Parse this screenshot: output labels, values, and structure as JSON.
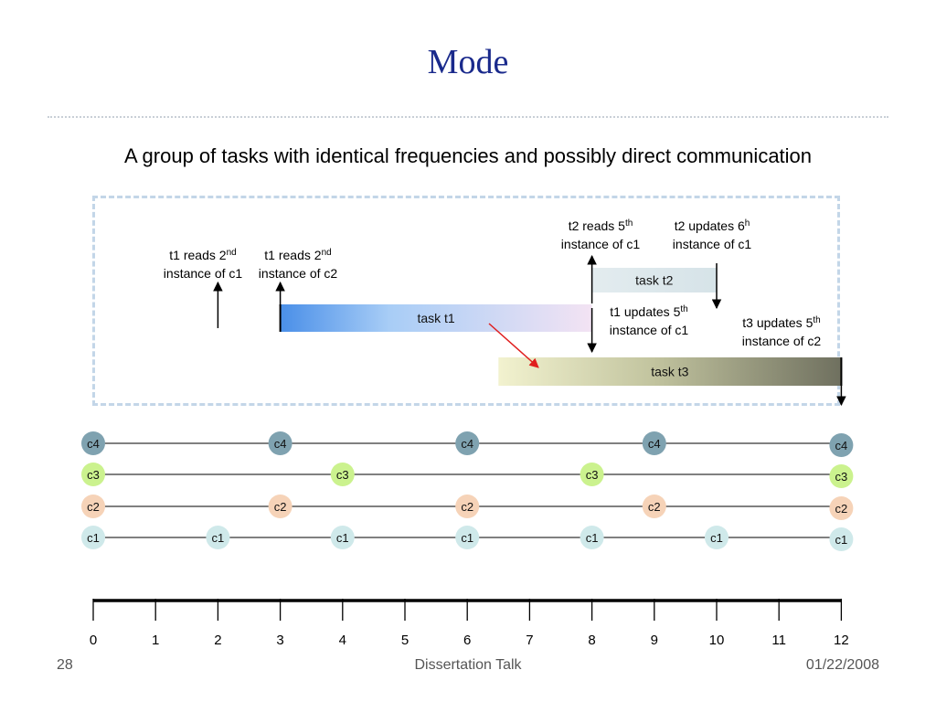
{
  "slide": {
    "title": "Mode",
    "subtitle": "A group of tasks with identical frequencies and possibly direct communication"
  },
  "diagram": {
    "events": [
      {
        "id": "e1",
        "at": 2,
        "lines": [
          "t1 reads 2",
          "nd",
          "instance of c1"
        ]
      },
      {
        "id": "e2",
        "at": 3,
        "lines": [
          "t1 reads 2",
          "nd",
          "instance of c2"
        ]
      },
      {
        "id": "e3",
        "at": 8,
        "lines": [
          "t2 reads 5",
          "th",
          "instance of c1"
        ]
      },
      {
        "id": "e4",
        "at": 10,
        "lines": [
          "t2 updates 6",
          "h",
          "instance of c1"
        ]
      },
      {
        "id": "e5",
        "at": 8,
        "lines": [
          "t1 updates 5",
          "th",
          "instance of c1"
        ]
      },
      {
        "id": "e6",
        "at": 12,
        "lines": [
          "t3 updates 5",
          "th",
          "instance of c2"
        ]
      }
    ],
    "tasks": [
      {
        "id": "t1",
        "label": "task t1",
        "start": 3,
        "end": 8
      },
      {
        "id": "t2",
        "label": "task t2",
        "start": 8,
        "end": 10
      },
      {
        "id": "t3",
        "label": "task t3",
        "start": 6.5,
        "end": 12
      }
    ],
    "channels": [
      {
        "id": "c4",
        "label": "c4",
        "color": "#7fa2b0",
        "period": 3,
        "instances": [
          0,
          3,
          6,
          9,
          12
        ]
      },
      {
        "id": "c3",
        "label": "c3",
        "color": "#cbf28e",
        "period": 4,
        "instances": [
          0,
          4,
          8,
          12
        ]
      },
      {
        "id": "c2",
        "label": "c2",
        "color": "#f6d3b8",
        "period": 3,
        "instances": [
          0,
          3,
          6,
          9,
          12
        ]
      },
      {
        "id": "c1",
        "label": "c1",
        "color": "#cfe9ea",
        "period": 2,
        "instances": [
          0,
          2,
          4,
          6,
          8,
          10,
          12
        ]
      }
    ],
    "axis": {
      "ticks": [
        "0",
        "1",
        "2",
        "3",
        "4",
        "5",
        "6",
        "7",
        "8",
        "9",
        "10",
        "11",
        "12"
      ]
    }
  },
  "footer": {
    "page": "28",
    "center": "Dissertation Talk",
    "date": "01/22/2008"
  }
}
